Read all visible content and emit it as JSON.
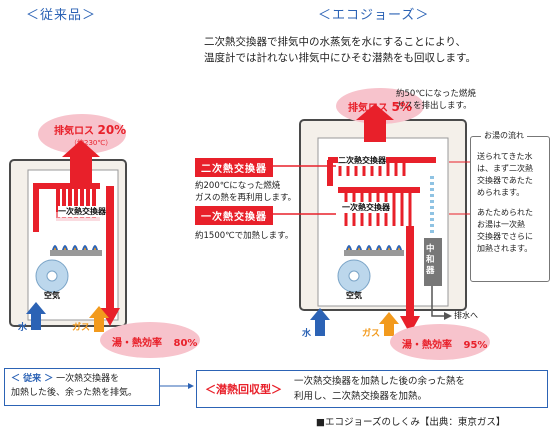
{
  "headers": {
    "conventional": "＜従来品＞",
    "ecojozu": "＜エコジョーズ＞"
  },
  "intro": {
    "line1": "二次熱交換器で排気中の水蒸気を水にすることにより、",
    "line2": "温度計では計れない排気中にひそむ潜熱をも回収します。"
  },
  "left": {
    "exhaust_label": "排気ロス",
    "exhaust_value": "20%",
    "exhaust_temp": "（約230℃）",
    "hx1_label": "一次熱交換器",
    "air": "空気",
    "water": "水",
    "gas": "ガス",
    "efficiency_label": "湯・熱効率",
    "efficiency_value": "80%"
  },
  "right": {
    "exhaust_note_line1": "約50℃になった燃焼",
    "exhaust_note_line2": "ガスを排出します。",
    "exhaust_label": "排気ロス",
    "exhaust_value": "5%",
    "hx2_box": "二次熱交換器",
    "hx2_note_line1": "約200℃になった燃焼",
    "hx2_note_line2": "ガスの熱を再利用します。",
    "hx1_box": "一次熱交換器",
    "hx1_note": "約1500℃で加熱します。",
    "hx2_label": "二次熱交換器",
    "hx1_label": "一次熱交換器",
    "neutralizer": "中和器",
    "drain": "排水へ",
    "air": "空気",
    "water": "水",
    "gas": "ガス",
    "efficiency_label": "湯・熱効率",
    "efficiency_value": "95%"
  },
  "flow": {
    "title": "お湯の流れ",
    "text1_lines": [
      "送られてきた水",
      "は、まず二次熱",
      "交換器であたた",
      "められます。"
    ],
    "text2_lines": [
      "あたためられた",
      "お湯は一次熱",
      "交換器でさらに",
      "加熱されます。"
    ]
  },
  "legend": {
    "conv_title": "＜ 従来 ＞",
    "conv_line1": "一次熱交換器を",
    "conv_line2": "加熱した後、余った熱を排気。",
    "latent_title": "＜潜熱回収型＞",
    "latent_line1": "一次熱交換器を加熱した後の余った熱を",
    "latent_line2": "利用し、二次熱交換器を加熱。"
  },
  "caption": "■エコジョーズのしくみ【出典：東京ガス】",
  "colors": {
    "red": "#e8202a",
    "blue": "#2c63b5",
    "orange": "#f29a1d",
    "pink": "#f7c3cc",
    "casing": "#f4f0ea"
  }
}
